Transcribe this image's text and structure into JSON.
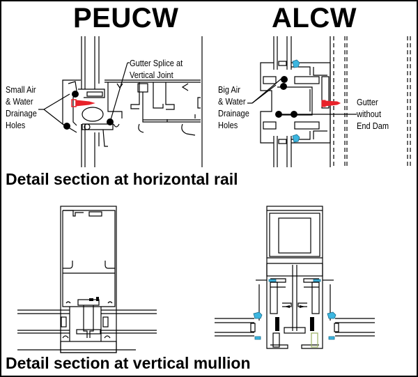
{
  "titles": {
    "left": "PEUCW",
    "right": "ALCW"
  },
  "captions": {
    "horizontal": "Detail section at horizontal rail",
    "vertical": "Detail section at vertical mullion"
  },
  "callouts": {
    "peucw_drainage": "Small Air\n& Water\nDrainage\nHoles",
    "peucw_gutter": "Gutter Splice at\nVertical Joint",
    "alcw_drainage": "Big Air\n& Water\nDrainage\nHoles",
    "alcw_gutter": "Gutter\nwithout\nEnd Dam"
  },
  "colors": {
    "line": "#000000",
    "screw": "#e8222a",
    "gasket": "#3cb6e0",
    "background": "#ffffff"
  }
}
